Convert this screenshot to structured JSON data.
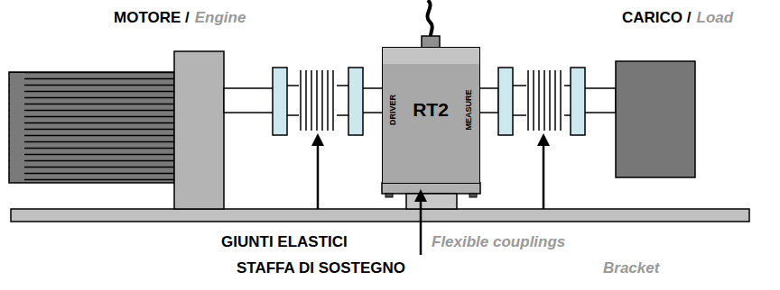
{
  "diagram": {
    "nodes": [
      {
        "text": [
          "DRIVER",
          "RT2",
          "MEASURE"
        ]
      }
    ],
    "labels": [
      "MOTORE /",
      "Engine",
      "CARICO /",
      "Load",
      "GIUNTI ELASTICI",
      "Flexible couplings",
      "STAFFA DI SOSTEGNO",
      "Bracket"
    ]
  }
}
